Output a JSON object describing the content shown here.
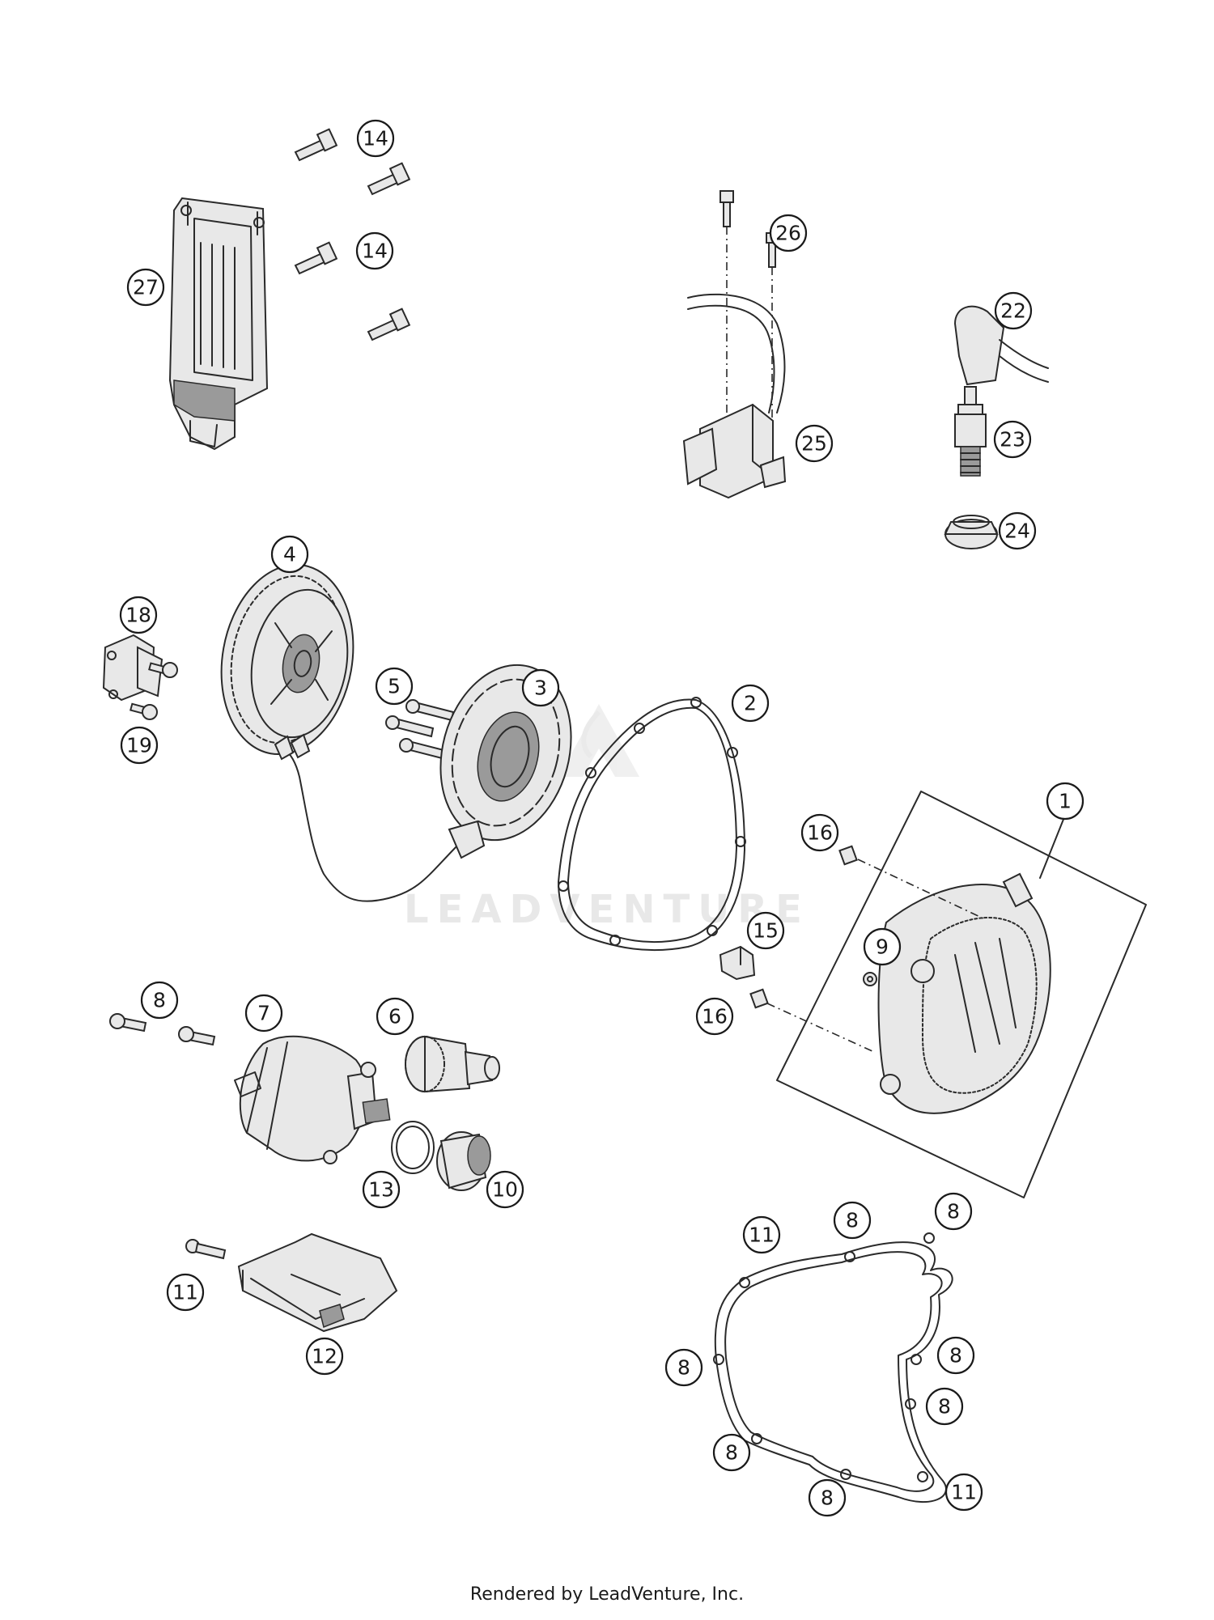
{
  "watermark": {
    "text": "LEADVENTURE"
  },
  "footer": {
    "text": "Rendered by LeadVenture, Inc."
  },
  "callouts": [
    {
      "id": "c-14a",
      "label": "14"
    },
    {
      "id": "c-14b",
      "label": "14"
    },
    {
      "id": "c-27",
      "label": "27"
    },
    {
      "id": "c-26",
      "label": "26"
    },
    {
      "id": "c-22",
      "label": "22"
    },
    {
      "id": "c-23",
      "label": "23"
    },
    {
      "id": "c-25",
      "label": "25"
    },
    {
      "id": "c-24",
      "label": "24"
    },
    {
      "id": "c-4",
      "label": "4"
    },
    {
      "id": "c-18",
      "label": "18"
    },
    {
      "id": "c-19",
      "label": "19"
    },
    {
      "id": "c-5",
      "label": "5"
    },
    {
      "id": "c-3",
      "label": "3"
    },
    {
      "id": "c-2",
      "label": "2"
    },
    {
      "id": "c-1",
      "label": "1"
    },
    {
      "id": "c-16a",
      "label": "16"
    },
    {
      "id": "c-15",
      "label": "15"
    },
    {
      "id": "c-9",
      "label": "9"
    },
    {
      "id": "c-16b",
      "label": "16"
    },
    {
      "id": "c-8a",
      "label": "8"
    },
    {
      "id": "c-7",
      "label": "7"
    },
    {
      "id": "c-6",
      "label": "6"
    },
    {
      "id": "c-13",
      "label": "13"
    },
    {
      "id": "c-10",
      "label": "10"
    },
    {
      "id": "c-11a",
      "label": "11"
    },
    {
      "id": "c-12",
      "label": "12"
    },
    {
      "id": "c-11b",
      "label": "11"
    },
    {
      "id": "c-8b",
      "label": "8"
    },
    {
      "id": "c-8c",
      "label": "8"
    },
    {
      "id": "c-8d",
      "label": "8"
    },
    {
      "id": "c-8e",
      "label": "8"
    },
    {
      "id": "c-8f",
      "label": "8"
    },
    {
      "id": "c-8g",
      "label": "8"
    },
    {
      "id": "c-8h",
      "label": "8"
    },
    {
      "id": "c-11c",
      "label": "11"
    }
  ]
}
